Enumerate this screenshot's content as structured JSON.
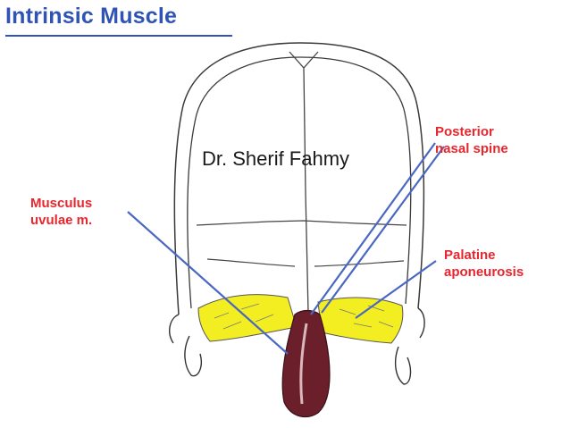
{
  "title": "Intrinsic Muscle",
  "credit": "Dr. Sherif Fahmy",
  "labels": {
    "posterior_nasal_spine": "Posterior\nnasal spine",
    "musculus_uvulae": "Musculus\nuvulae m.",
    "palatine_aponeurosis": "Palatine\naponeurosis"
  },
  "colors": {
    "title": "#2f54b5",
    "label": "#e8262d",
    "pointer": "#4a68c2",
    "muscle_fill": "#f3ee22",
    "uvula_fill": "#6b1f2a"
  }
}
